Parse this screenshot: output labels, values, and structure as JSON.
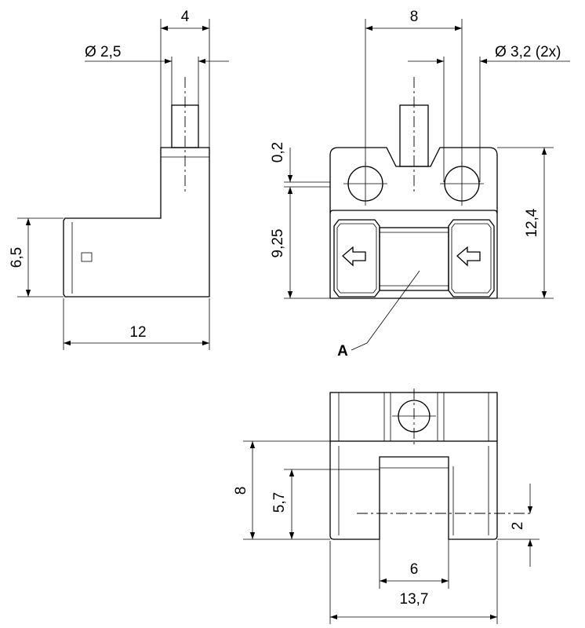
{
  "labels": {
    "side_width": "4",
    "side_pin_dia": "Ø 2,5",
    "side_height": "6,5",
    "side_length": "12",
    "front_pitch": "8",
    "front_hole_dia": "Ø 3,2 (2x)",
    "front_offset": "0,2",
    "front_lower": "9,25",
    "front_total_height": "12,4",
    "callout": "A",
    "bottom_depth": "8",
    "bottom_slot_depth": "5,7",
    "bottom_offset": "2",
    "bottom_slot_width": "6",
    "bottom_total_width": "13,7"
  }
}
